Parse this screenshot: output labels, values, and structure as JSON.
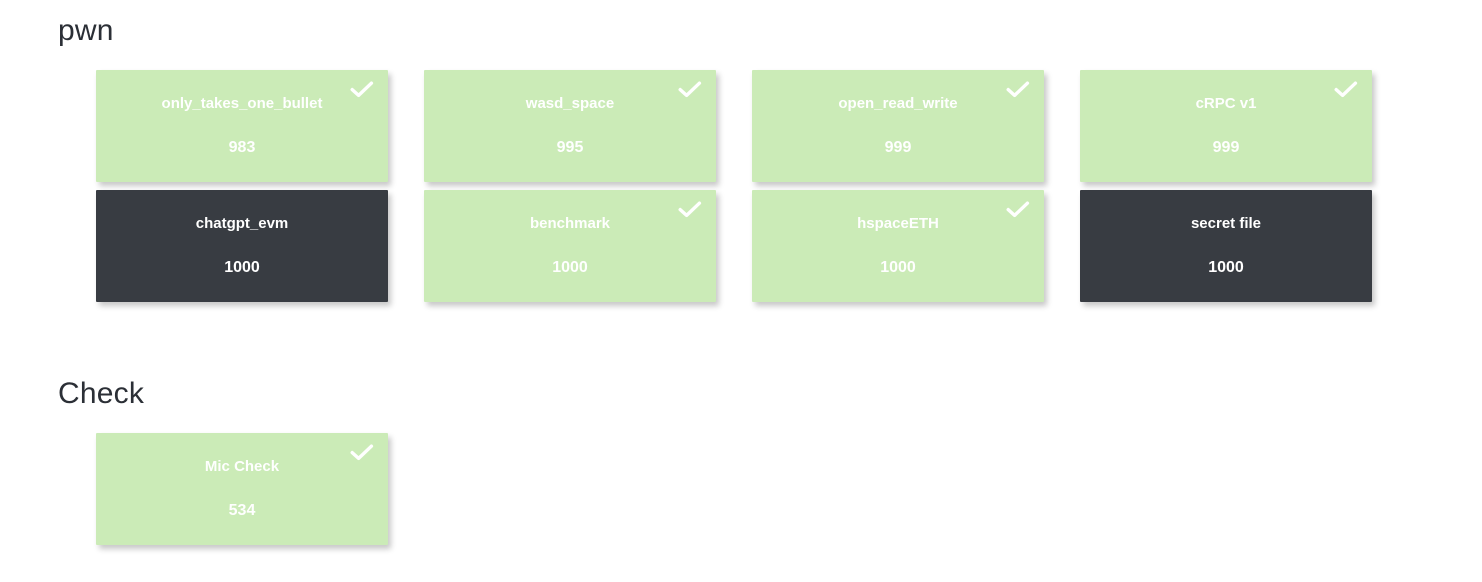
{
  "colors": {
    "page_background": "#ffffff",
    "solved_card": "#cbebb7",
    "unsolved_card": "#383c42",
    "card_text": "#ffffff",
    "heading_text": "#2b2f36"
  },
  "icons": {
    "solved": "check-icon"
  },
  "categories": [
    {
      "title": "pwn",
      "challenges": [
        {
          "name": "only_takes_one_bullet",
          "points": "983",
          "solved": true
        },
        {
          "name": "wasd_space",
          "points": "995",
          "solved": true
        },
        {
          "name": "open_read_write",
          "points": "999",
          "solved": true
        },
        {
          "name": "cRPC v1",
          "points": "999",
          "solved": true
        },
        {
          "name": "chatgpt_evm",
          "points": "1000",
          "solved": false
        },
        {
          "name": "benchmark",
          "points": "1000",
          "solved": true
        },
        {
          "name": "hspaceETH",
          "points": "1000",
          "solved": true
        },
        {
          "name": "secret file",
          "points": "1000",
          "solved": false
        }
      ]
    },
    {
      "title": "Check",
      "challenges": [
        {
          "name": "Mic Check",
          "points": "534",
          "solved": true
        }
      ]
    }
  ]
}
